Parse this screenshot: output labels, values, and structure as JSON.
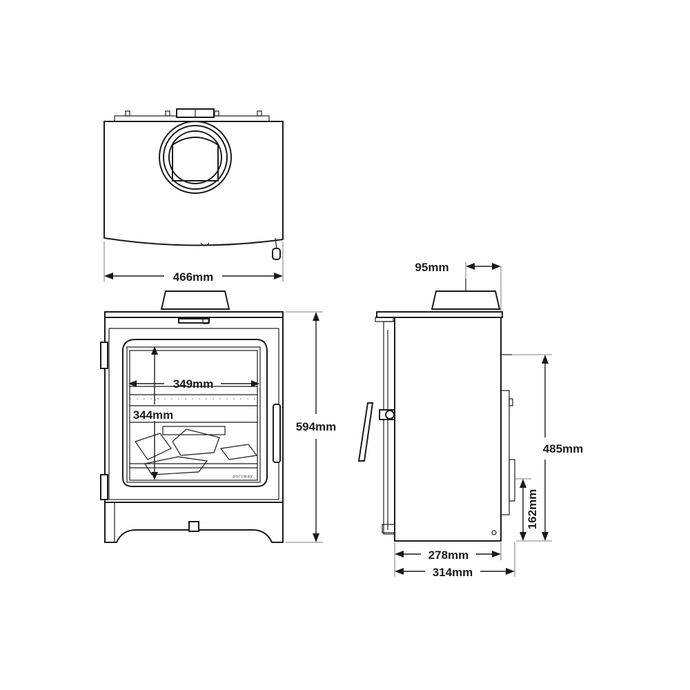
{
  "diagram": {
    "brand_mark": "porsway",
    "dimensions": {
      "overall_width": "466mm",
      "door_glass_width": "349mm",
      "door_glass_height": "344mm",
      "overall_height": "594mm",
      "flue_offset": "95mm",
      "rear_flue_height": "485mm",
      "air_inlet_height": "162mm",
      "body_depth": "278mm",
      "overall_depth": "314mm"
    }
  }
}
